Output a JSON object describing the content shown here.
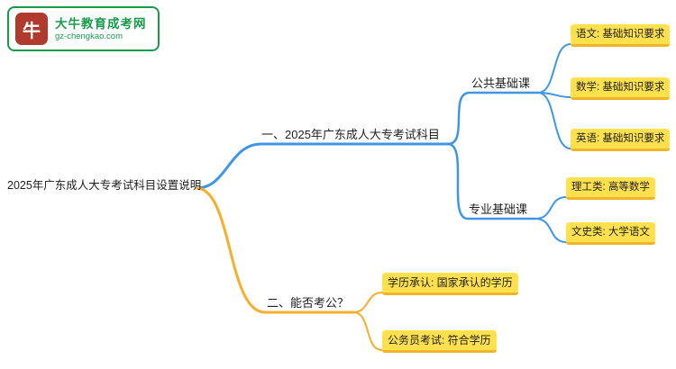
{
  "logo": {
    "site_name": "大牛教育成考网",
    "site_url": "gz-chengkao.com",
    "mark_text": "牛"
  },
  "mindmap": {
    "central": "2025年广东成人大专考试科目设置说明",
    "branch1": {
      "label": "一、2025年广东成人大专考试科目",
      "children": [
        {
          "label": "公共基础课",
          "children": [
            "语文: 基础知识要求",
            "数学: 基础知识要求",
            "英语: 基础知识要求"
          ]
        },
        {
          "label": "专业基础课",
          "children": [
            "理工类: 高等数学",
            "文史类: 大学语文"
          ]
        }
      ]
    },
    "branch2": {
      "label": "二、能否考公？",
      "children": [
        "学历承认: 国家承认的学历",
        "公务员考试: 符合学历"
      ]
    }
  },
  "colors": {
    "branch_blue": "#3F96E4",
    "branch_yellow": "#F7AE2B",
    "leaf_bg": "#FFE14D",
    "leaf_border": "#F0B429",
    "logo_green": "#189A4B",
    "logo_red": "#B03A2E",
    "text": "#1F1F1F"
  }
}
